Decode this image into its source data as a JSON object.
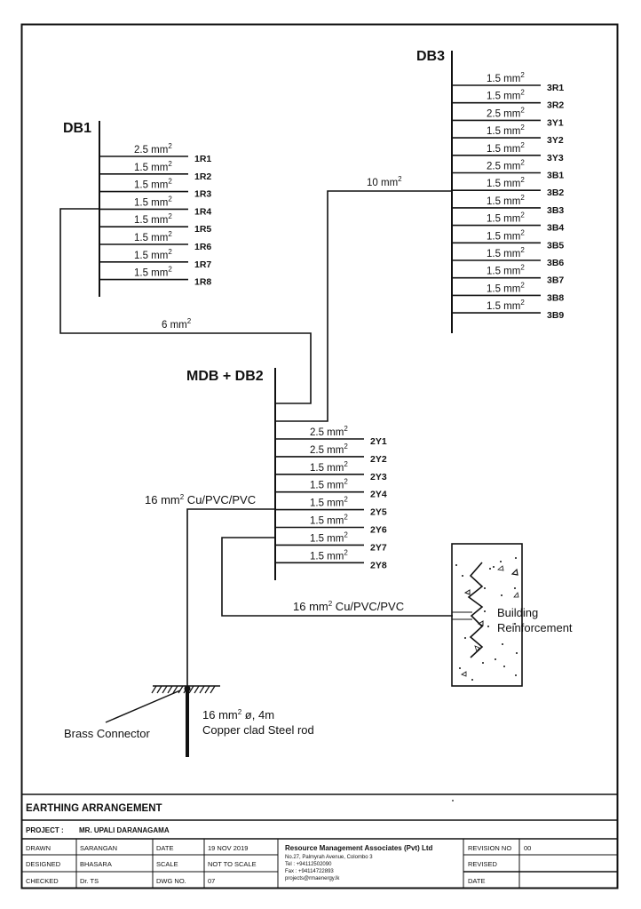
{
  "drawing": {
    "db1": {
      "name": "DB1",
      "circuits": [
        {
          "id": "1R1",
          "size": "2.5 mm"
        },
        {
          "id": "1R2",
          "size": "1.5 mm"
        },
        {
          "id": "1R3",
          "size": "1.5 mm"
        },
        {
          "id": "1R4",
          "size": "1.5 mm"
        },
        {
          "id": "1R5",
          "size": "1.5 mm"
        },
        {
          "id": "1R6",
          "size": "1.5 mm"
        },
        {
          "id": "1R7",
          "size": "1.5 mm"
        },
        {
          "id": "1R8",
          "size": "1.5 mm"
        }
      ]
    },
    "db3": {
      "name": "DB3",
      "circuits": [
        {
          "id": "3R1",
          "size": "1.5 mm"
        },
        {
          "id": "3R2",
          "size": "1.5 mm"
        },
        {
          "id": "3Y1",
          "size": "2.5 mm"
        },
        {
          "id": "3Y2",
          "size": "1.5 mm"
        },
        {
          "id": "3Y3",
          "size": "1.5 mm"
        },
        {
          "id": "3B1",
          "size": "2.5 mm"
        },
        {
          "id": "3B2",
          "size": "1.5 mm"
        },
        {
          "id": "3B3",
          "size": "1.5 mm"
        },
        {
          "id": "3B4",
          "size": "1.5 mm"
        },
        {
          "id": "3B5",
          "size": "1.5 mm"
        },
        {
          "id": "3B6",
          "size": "1.5 mm"
        },
        {
          "id": "3B7",
          "size": "1.5 mm"
        },
        {
          "id": "3B8",
          "size": "1.5 mm"
        },
        {
          "id": "3B9",
          "size": "1.5 mm"
        }
      ]
    },
    "db2": {
      "name": "MDB + DB2",
      "circuits": [
        {
          "id": "2Y1",
          "size": "2.5 mm"
        },
        {
          "id": "2Y2",
          "size": "2.5 mm"
        },
        {
          "id": "2Y3",
          "size": "1.5 mm"
        },
        {
          "id": "2Y4",
          "size": "1.5 mm"
        },
        {
          "id": "2Y5",
          "size": "1.5 mm"
        },
        {
          "id": "2Y6",
          "size": "1.5 mm"
        },
        {
          "id": "2Y7",
          "size": "1.5 mm"
        },
        {
          "id": "2Y8",
          "size": "1.5 mm"
        }
      ]
    },
    "superscript": "2",
    "feeder_db1": "6 mm",
    "feeder_db3": "10 mm",
    "earth_cable": "16 mm",
    "earth_cable_suffix": " Cu/PVC/PVC",
    "reinf_cable": "16 mm",
    "reinf_cable_suffix": " Cu/PVC/PVC",
    "reinforcement_label_1": "Building",
    "reinforcement_label_2": "Reinforcement",
    "brass_connector": "Brass Connector",
    "rod_line1_a": "16 mm",
    "rod_line1_b": " ø, 4m",
    "rod_line2": "Copper clad Steel rod"
  },
  "title_block": {
    "title": "EARTHING ARRANGEMENT",
    "project_label": "PROJECT :",
    "project_value": "MR. UPALI DARANAGAMA",
    "drawn_label": "DRAWN",
    "drawn_value": "SARANGAN",
    "designed_label": "DESIGNED",
    "designed_value": "BHASARA",
    "checked_label": "CHECKED",
    "checked_value": "Dr. TS",
    "date_label": "DATE",
    "date_value": "19 NOV 2019",
    "scale_label": "SCALE",
    "scale_value": "NOT TO SCALE",
    "dwg_label": "DWG NO.",
    "dwg_value": "07",
    "company_name": "Resource Management Associates (Pvt) Ltd",
    "company_address": "No.27, Palmyrah Avenue, Colombo 3",
    "company_tel": "Tel : +94112502090",
    "company_fax": "Fax : +94114722893",
    "company_email": "projects@rmaenergy.lk",
    "revision_no_label": "REVISION NO",
    "revision_no_value": "00",
    "revised_label": "REVISED",
    "revised_value": "",
    "rev_date_label": "DATE",
    "rev_date_value": ""
  }
}
